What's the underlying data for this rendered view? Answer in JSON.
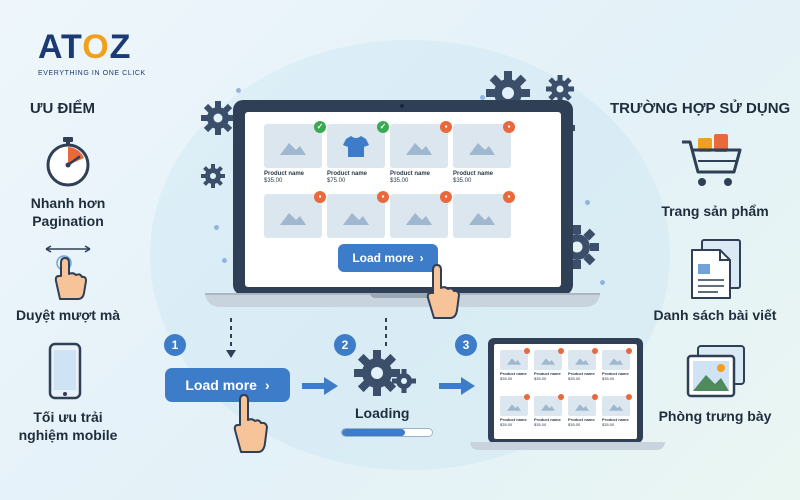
{
  "brand": {
    "name_a": "AT",
    "name_o": "O",
    "name_z": "Z",
    "tagline": "EVERYTHING IN ONE CLICK"
  },
  "advantages": {
    "title": "ƯU ĐIỂM",
    "items": [
      {
        "label": "Nhanh hơn Pagination",
        "icon": "stopwatch-icon"
      },
      {
        "label": "Duyệt mượt mà",
        "icon": "swipe-hand-icon"
      },
      {
        "label": "Tối ưu trải nghiệm mobile",
        "icon": "smartphone-icon"
      }
    ]
  },
  "use_cases": {
    "title": "TRƯỜNG HỢP SỬ DỤNG",
    "items": [
      {
        "label": "Trang sản phẩm",
        "icon": "shopping-cart-icon"
      },
      {
        "label": "Danh sách bài viết",
        "icon": "document-icon"
      },
      {
        "label": "Phòng trưng bày",
        "icon": "gallery-icon"
      }
    ]
  },
  "main_screen": {
    "products": [
      {
        "name": "Product name",
        "price": "$35.00",
        "badge": "check",
        "image": "image-placeholder"
      },
      {
        "name": "Product name",
        "price": "$75.00",
        "badge": "check",
        "image": "tshirt"
      },
      {
        "name": "Product name",
        "price": "$35.00",
        "badge": "cart",
        "image": "image-placeholder"
      },
      {
        "name": "Product name",
        "price": "$35.00",
        "badge": "cart",
        "image": "image-placeholder"
      },
      {
        "badge": "cart",
        "image": "image-placeholder"
      },
      {
        "badge": "cart",
        "image": "image-placeholder"
      },
      {
        "badge": "cart",
        "image": "image-placeholder"
      },
      {
        "badge": "cart",
        "image": "image-placeholder"
      }
    ],
    "load_more_label": "Load more"
  },
  "steps": [
    {
      "number": "1",
      "button_label": "Load more"
    },
    {
      "number": "2",
      "status_label": "Loading",
      "progress": 0.7
    },
    {
      "number": "3"
    }
  ],
  "result_screen": {
    "products": [
      {
        "name": "Product name",
        "price": "$35.00"
      },
      {
        "name": "Product name",
        "price": "$35.00"
      },
      {
        "name": "Product name",
        "price": "$35.00"
      },
      {
        "name": "Product name",
        "price": "$35.00"
      },
      {
        "name": "Product name",
        "price": "$35.00"
      },
      {
        "name": "Product name",
        "price": "$35.00"
      },
      {
        "name": "Product name",
        "price": "$35.00"
      },
      {
        "name": "Product name",
        "price": "$35.00"
      }
    ]
  },
  "colors": {
    "accent": "#3d7cc9",
    "check": "#3aaa52",
    "cart": "#e9693c",
    "brand": "#1b3a73",
    "brand_highlight": "#f0a01c"
  }
}
